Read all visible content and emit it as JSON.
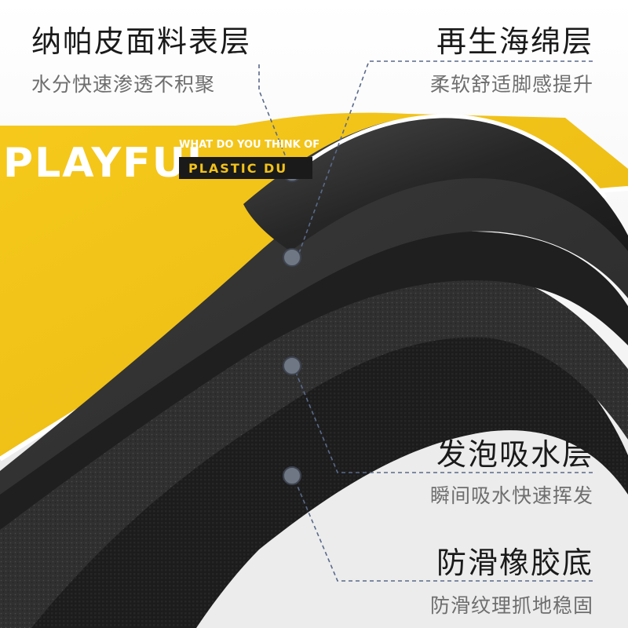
{
  "mat_print": {
    "brand_word": "PLAYFUL",
    "tagline": "WHAT DO YOU THINK OF",
    "badge": "PLASTIC DU"
  },
  "callouts": [
    {
      "title": "纳帕皮面料表层",
      "subtitle": "水分快速渗透不积聚"
    },
    {
      "title": "再生海绵层",
      "subtitle": "柔软舒适脚感提升"
    },
    {
      "title": "发泡吸水层",
      "subtitle": "瞬间吸水快速挥发"
    },
    {
      "title": "防滑橡胶底",
      "subtitle": "防滑纹理抓地稳固"
    }
  ],
  "colors": {
    "yellow_surface": "#f2c21b",
    "foam_dark": "#2b2b2b",
    "rubber_black": "#141414",
    "marker_dot": "#6f7784",
    "leader_line": "#5a6a8a"
  }
}
